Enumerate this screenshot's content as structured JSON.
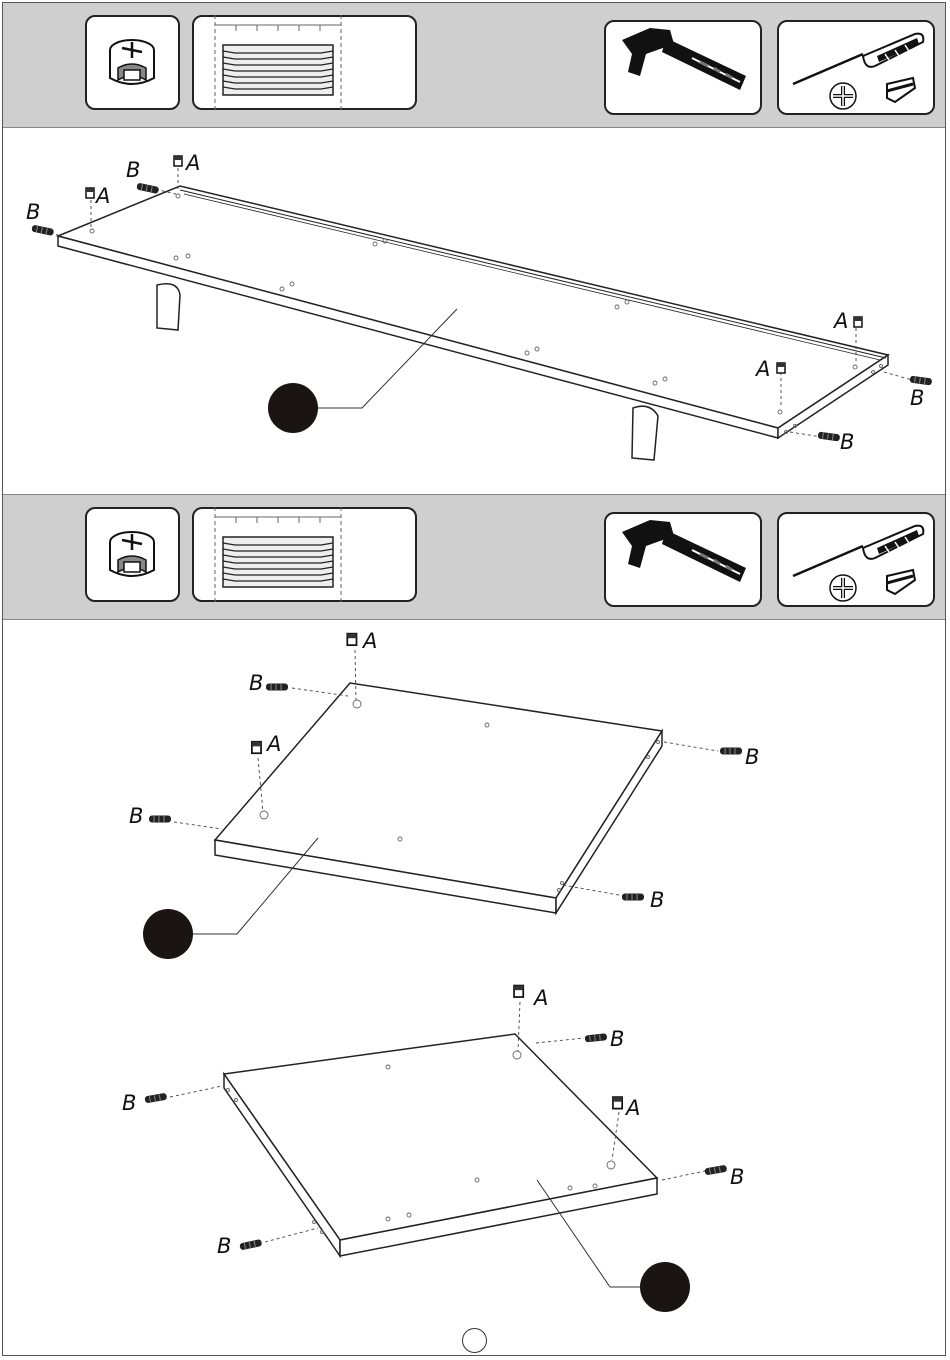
{
  "colors": {
    "band": "#cfcfcf",
    "ink": "#111111",
    "badge": "#1a1414"
  },
  "steps": [
    {
      "part_badge": "",
      "parts": [
        {
          "label": "A"
        },
        {
          "label": "A"
        },
        {
          "label": "A"
        },
        {
          "label": "A"
        },
        {
          "label": "B"
        },
        {
          "label": "B"
        },
        {
          "label": "B"
        },
        {
          "label": "B"
        }
      ]
    },
    {
      "part_badge": "",
      "parts": [
        {
          "label": "A"
        },
        {
          "label": "A"
        },
        {
          "label": "B"
        },
        {
          "label": "B"
        },
        {
          "label": "B"
        },
        {
          "label": "B"
        }
      ]
    },
    {
      "part_badge": "",
      "parts": [
        {
          "label": "A"
        },
        {
          "label": "A"
        },
        {
          "label": "B"
        },
        {
          "label": "B"
        },
        {
          "label": "B"
        },
        {
          "label": "B"
        }
      ]
    }
  ],
  "toolbar_icons": [
    "cam-lock-icon",
    "dowel-icon",
    "hammer-icon",
    "screwdriver-icon"
  ],
  "page_number": ""
}
